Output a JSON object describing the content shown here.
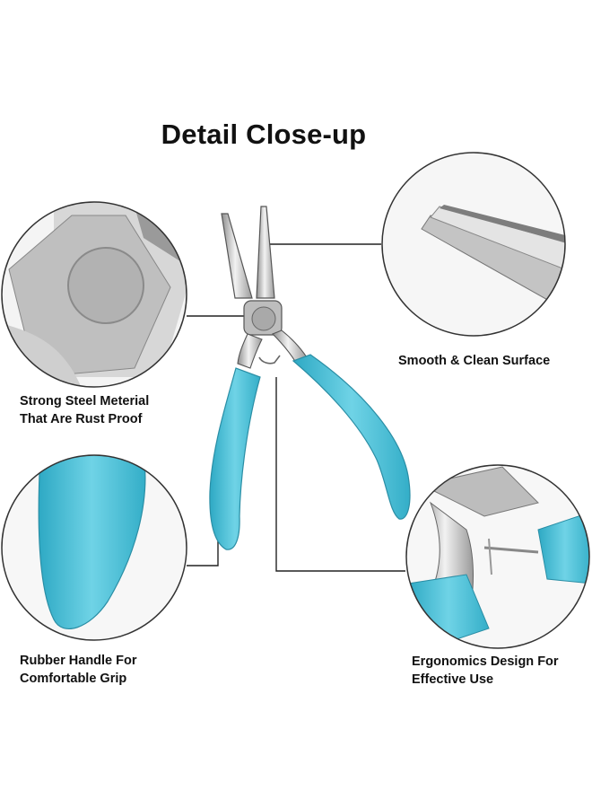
{
  "title": "Detail Close-up",
  "features": {
    "steel": {
      "line1": "Strong Steel Meterial",
      "line2": "That Are Rust Proof"
    },
    "surface": {
      "line1": "Smooth & Clean Surface"
    },
    "handle": {
      "line1": "Rubber Handle For",
      "line2": "Comfortable Grip"
    },
    "ergonomic": {
      "line1": "Ergonomics Design For",
      "line2": "Effective Use"
    }
  },
  "colors": {
    "handle": "#4fc3d9",
    "steel": "#c9c9c9",
    "outline": "#333333"
  }
}
